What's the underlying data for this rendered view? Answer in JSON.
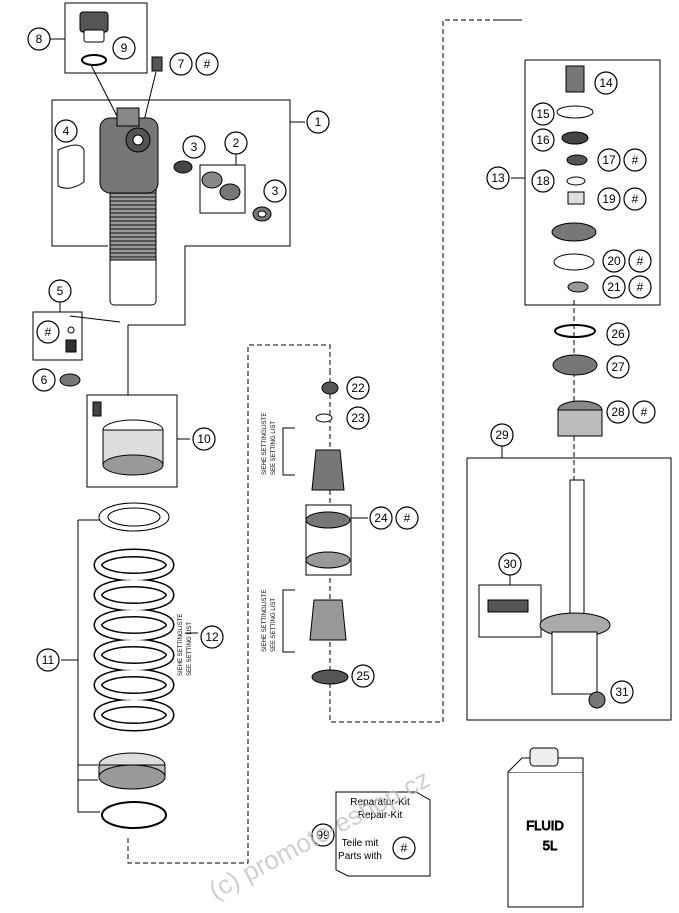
{
  "diagram": {
    "callouts": [
      {
        "id": "1",
        "label": "1"
      },
      {
        "id": "2",
        "label": "2"
      },
      {
        "id": "3a",
        "label": "3"
      },
      {
        "id": "3b",
        "label": "3"
      },
      {
        "id": "4",
        "label": "4"
      },
      {
        "id": "5",
        "label": "5"
      },
      {
        "id": "6",
        "label": "6"
      },
      {
        "id": "7",
        "label": "7"
      },
      {
        "id": "8",
        "label": "8"
      },
      {
        "id": "9",
        "label": "9"
      },
      {
        "id": "10",
        "label": "10"
      },
      {
        "id": "11",
        "label": "11"
      },
      {
        "id": "12",
        "label": "12"
      },
      {
        "id": "13",
        "label": "13"
      },
      {
        "id": "14",
        "label": "14"
      },
      {
        "id": "15",
        "label": "15"
      },
      {
        "id": "16",
        "label": "16"
      },
      {
        "id": "17",
        "label": "17"
      },
      {
        "id": "18",
        "label": "18"
      },
      {
        "id": "19",
        "label": "19"
      },
      {
        "id": "20",
        "label": "20"
      },
      {
        "id": "21",
        "label": "21"
      },
      {
        "id": "22",
        "label": "22"
      },
      {
        "id": "23",
        "label": "23"
      },
      {
        "id": "24",
        "label": "24"
      },
      {
        "id": "25",
        "label": "25"
      },
      {
        "id": "26",
        "label": "26"
      },
      {
        "id": "27",
        "label": "27"
      },
      {
        "id": "28",
        "label": "28"
      },
      {
        "id": "29",
        "label": "29"
      },
      {
        "id": "30",
        "label": "30"
      },
      {
        "id": "31",
        "label": "31"
      },
      {
        "id": "99",
        "label": "99"
      }
    ],
    "hash_mark": "#",
    "setting_note_de": "SIEHE SETTINGLISTE",
    "setting_note_en": "SEE SETTING LIST",
    "repair_kit": {
      "line1": "Reparatur-Kit",
      "line2": "Repair-Kit",
      "line3": "Teile mit",
      "line4": "Parts with"
    },
    "canister": {
      "line1": "FLUID",
      "line2": "5L"
    },
    "watermark": "(c) promoto-eshop.cz"
  }
}
